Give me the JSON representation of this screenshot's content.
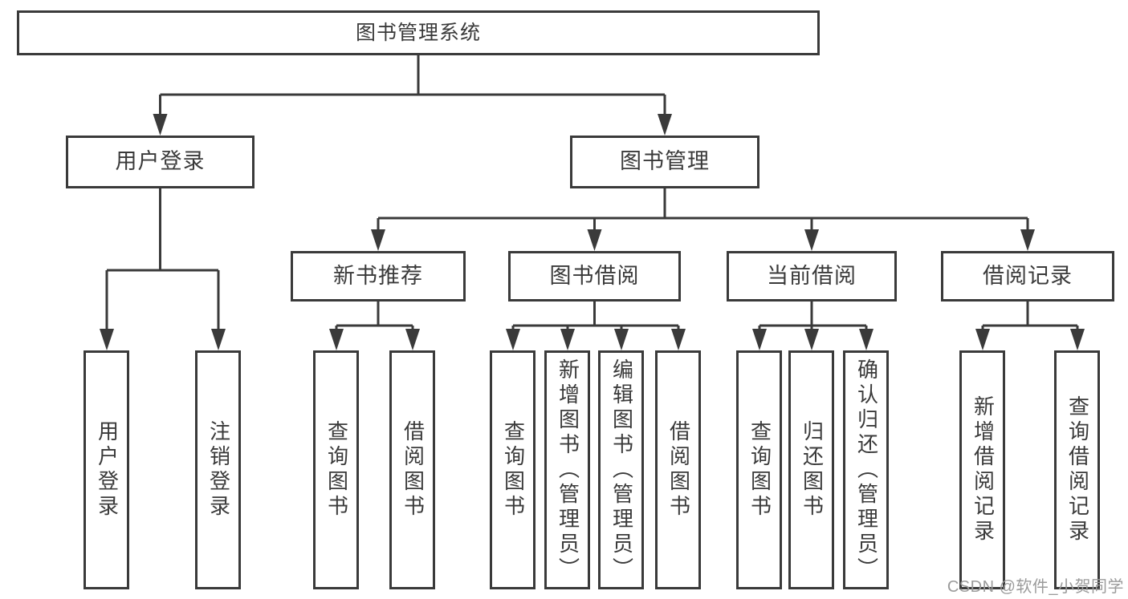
{
  "tree": {
    "root": {
      "label": "图书管理系统",
      "children": [
        {
          "label": "用户登录",
          "children": [
            {
              "label": "用户登录"
            },
            {
              "label": "注销登录"
            }
          ]
        },
        {
          "label": "图书管理",
          "children": [
            {
              "label": "新书推荐",
              "children": [
                {
                  "label": "查询图书"
                },
                {
                  "label": "借阅图书"
                }
              ]
            },
            {
              "label": "图书借阅",
              "children": [
                {
                  "label": "查询图书"
                },
                {
                  "label": "新增图书（管理员）"
                },
                {
                  "label": "编辑图书（管理员）"
                },
                {
                  "label": "借阅图书"
                }
              ]
            },
            {
              "label": "当前借阅",
              "children": [
                {
                  "label": "查询图书"
                },
                {
                  "label": "归还图书"
                },
                {
                  "label": "确认归还（管理员）"
                }
              ]
            },
            {
              "label": "借阅记录",
              "children": [
                {
                  "label": "新增借阅记录"
                },
                {
                  "label": "查询借阅记录"
                }
              ]
            }
          ]
        }
      ]
    }
  },
  "watermark": {
    "text": "CSDN @软件_小贺同学"
  },
  "colors": {
    "line": "#3a3a3a",
    "text": "#3a3a3a",
    "watermark": "#9b9b9b",
    "background": "#ffffff"
  }
}
